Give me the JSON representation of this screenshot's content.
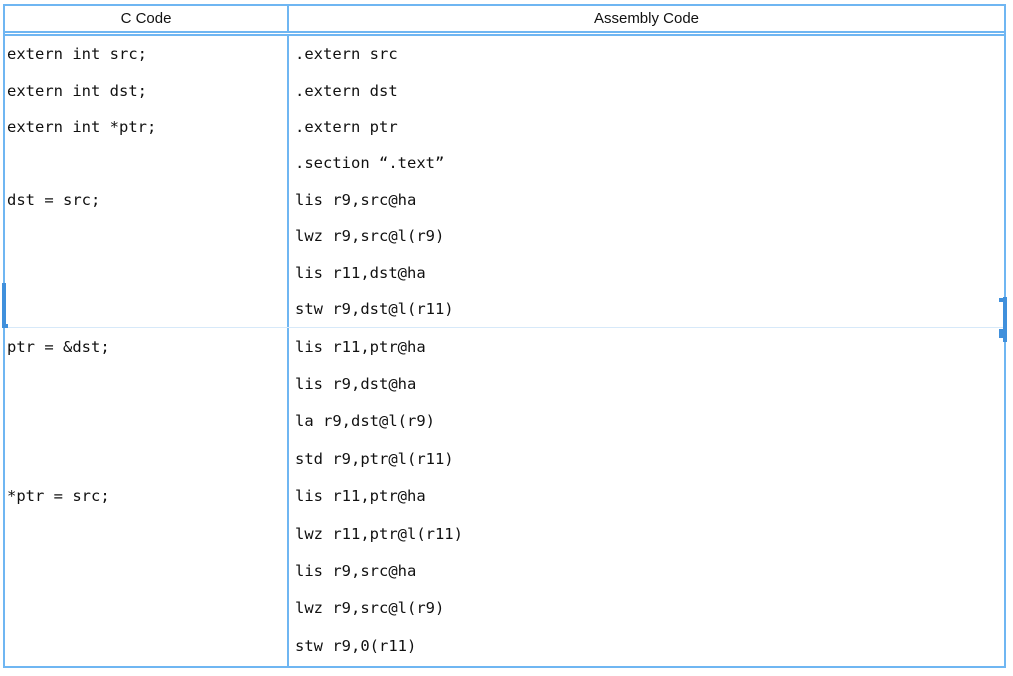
{
  "table": {
    "header": {
      "c_code": "C Code",
      "assembly_code": "Assembly Code"
    },
    "rows": [
      {
        "c_lines": [
          "extern int src;",
          "extern int dst;",
          "extern int *ptr;",
          "",
          "dst = src;",
          "",
          "",
          ""
        ],
        "asm_lines": [
          ".extern src",
          ".extern dst",
          ".extern ptr",
          ".section “.text”",
          "lis r9,src@ha",
          "lwz r9,src@l(r9)",
          "lis r11,dst@ha",
          "stw r9,dst@l(r11)"
        ]
      },
      {
        "c_lines": [
          "ptr = &dst;",
          "",
          "",
          "",
          "*ptr = src;",
          "",
          "",
          "",
          ""
        ],
        "asm_lines": [
          "lis r11,ptr@ha",
          "lis r9,dst@ha",
          "la r9,dst@l(r9)",
          "std r9,ptr@l(r11)",
          "lis r11,ptr@ha",
          "lwz r11,ptr@l(r11)",
          "lis r9,src@ha",
          "lwz r9,src@l(r9)",
          "stw r9,0(r11)"
        ]
      }
    ]
  },
  "colors": {
    "border_blue": "#6fb6f2",
    "row_divider_faint": "#d7e9f9",
    "artifact_blue": "#4090dc",
    "text": "#111111",
    "background": "#ffffff"
  }
}
